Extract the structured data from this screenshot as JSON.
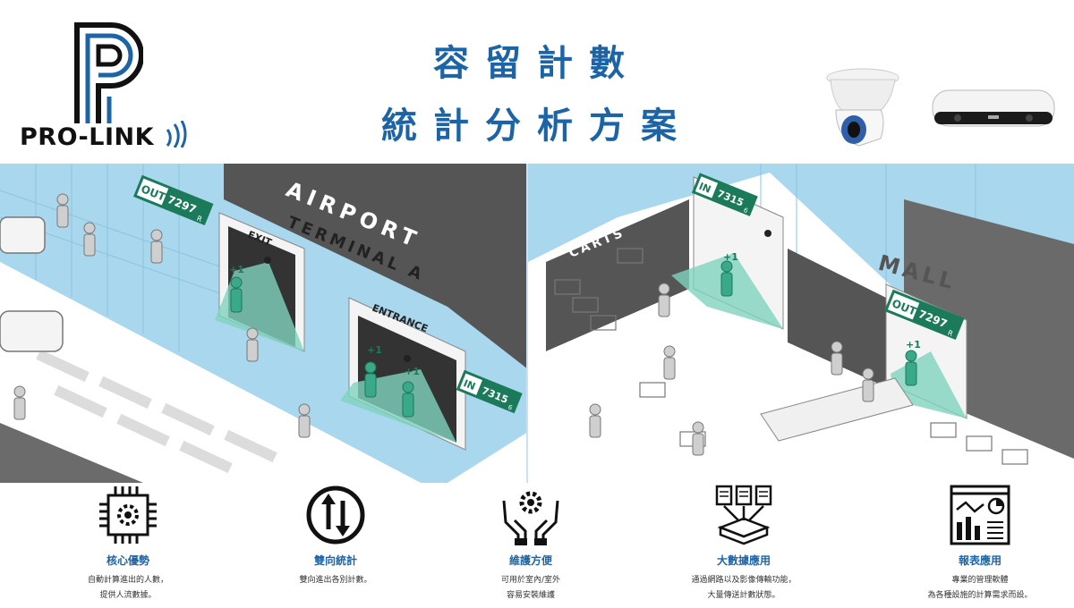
{
  "brand": {
    "name": "PRO-LINK"
  },
  "title": {
    "line1": "容留計數",
    "line2": "統計分析方案"
  },
  "scenes": {
    "airport": {
      "building_name": "AIRPORT",
      "terminal_name": "TERMINAL A",
      "exit_label": "EXIT",
      "entrance_label": "ENTRANCE",
      "out_sign": {
        "label": "OUT",
        "count": "7297",
        "unit": "R"
      },
      "in_sign": {
        "label": "IN",
        "count": "7315",
        "unit": "6"
      },
      "plus_one": "+1"
    },
    "mall": {
      "building_name": "MALL",
      "carts_label": "CARTS",
      "in_sign": {
        "label": "IN",
        "count": "7315",
        "unit": "6"
      },
      "out_sign": {
        "label": "OUT",
        "count": "7297",
        "unit": "R"
      },
      "plus_one": "+1"
    }
  },
  "features": [
    {
      "icon": "chip-gear-icon",
      "title": "核心優勢",
      "desc": [
        "自動計算進出的人數，",
        "提供人流數據。"
      ]
    },
    {
      "icon": "bidirectional-arrows-icon",
      "title": "雙向統計",
      "desc": [
        "雙向進出各別計數。"
      ]
    },
    {
      "icon": "hands-gear-icon",
      "title": "維護方便",
      "desc": [
        "可用於室內/室外",
        "容易安裝維護"
      ]
    },
    {
      "icon": "big-data-icon",
      "title": "大數據應用",
      "desc": [
        "通過網路以及影像傳輸功能，",
        "大量傳送計數狀態。"
      ]
    },
    {
      "icon": "report-dashboard-icon",
      "title": "報表應用",
      "desc": [
        "專業的管理軟體",
        "為各種設施的計算需求而設。"
      ]
    }
  ],
  "colors": {
    "title_blue": "#1c64a6",
    "wall_blue": "#a9d7ee",
    "dark_wall": "#555555",
    "sign_green": "#1a7a5a",
    "detection_teal": "#7fd3be"
  }
}
